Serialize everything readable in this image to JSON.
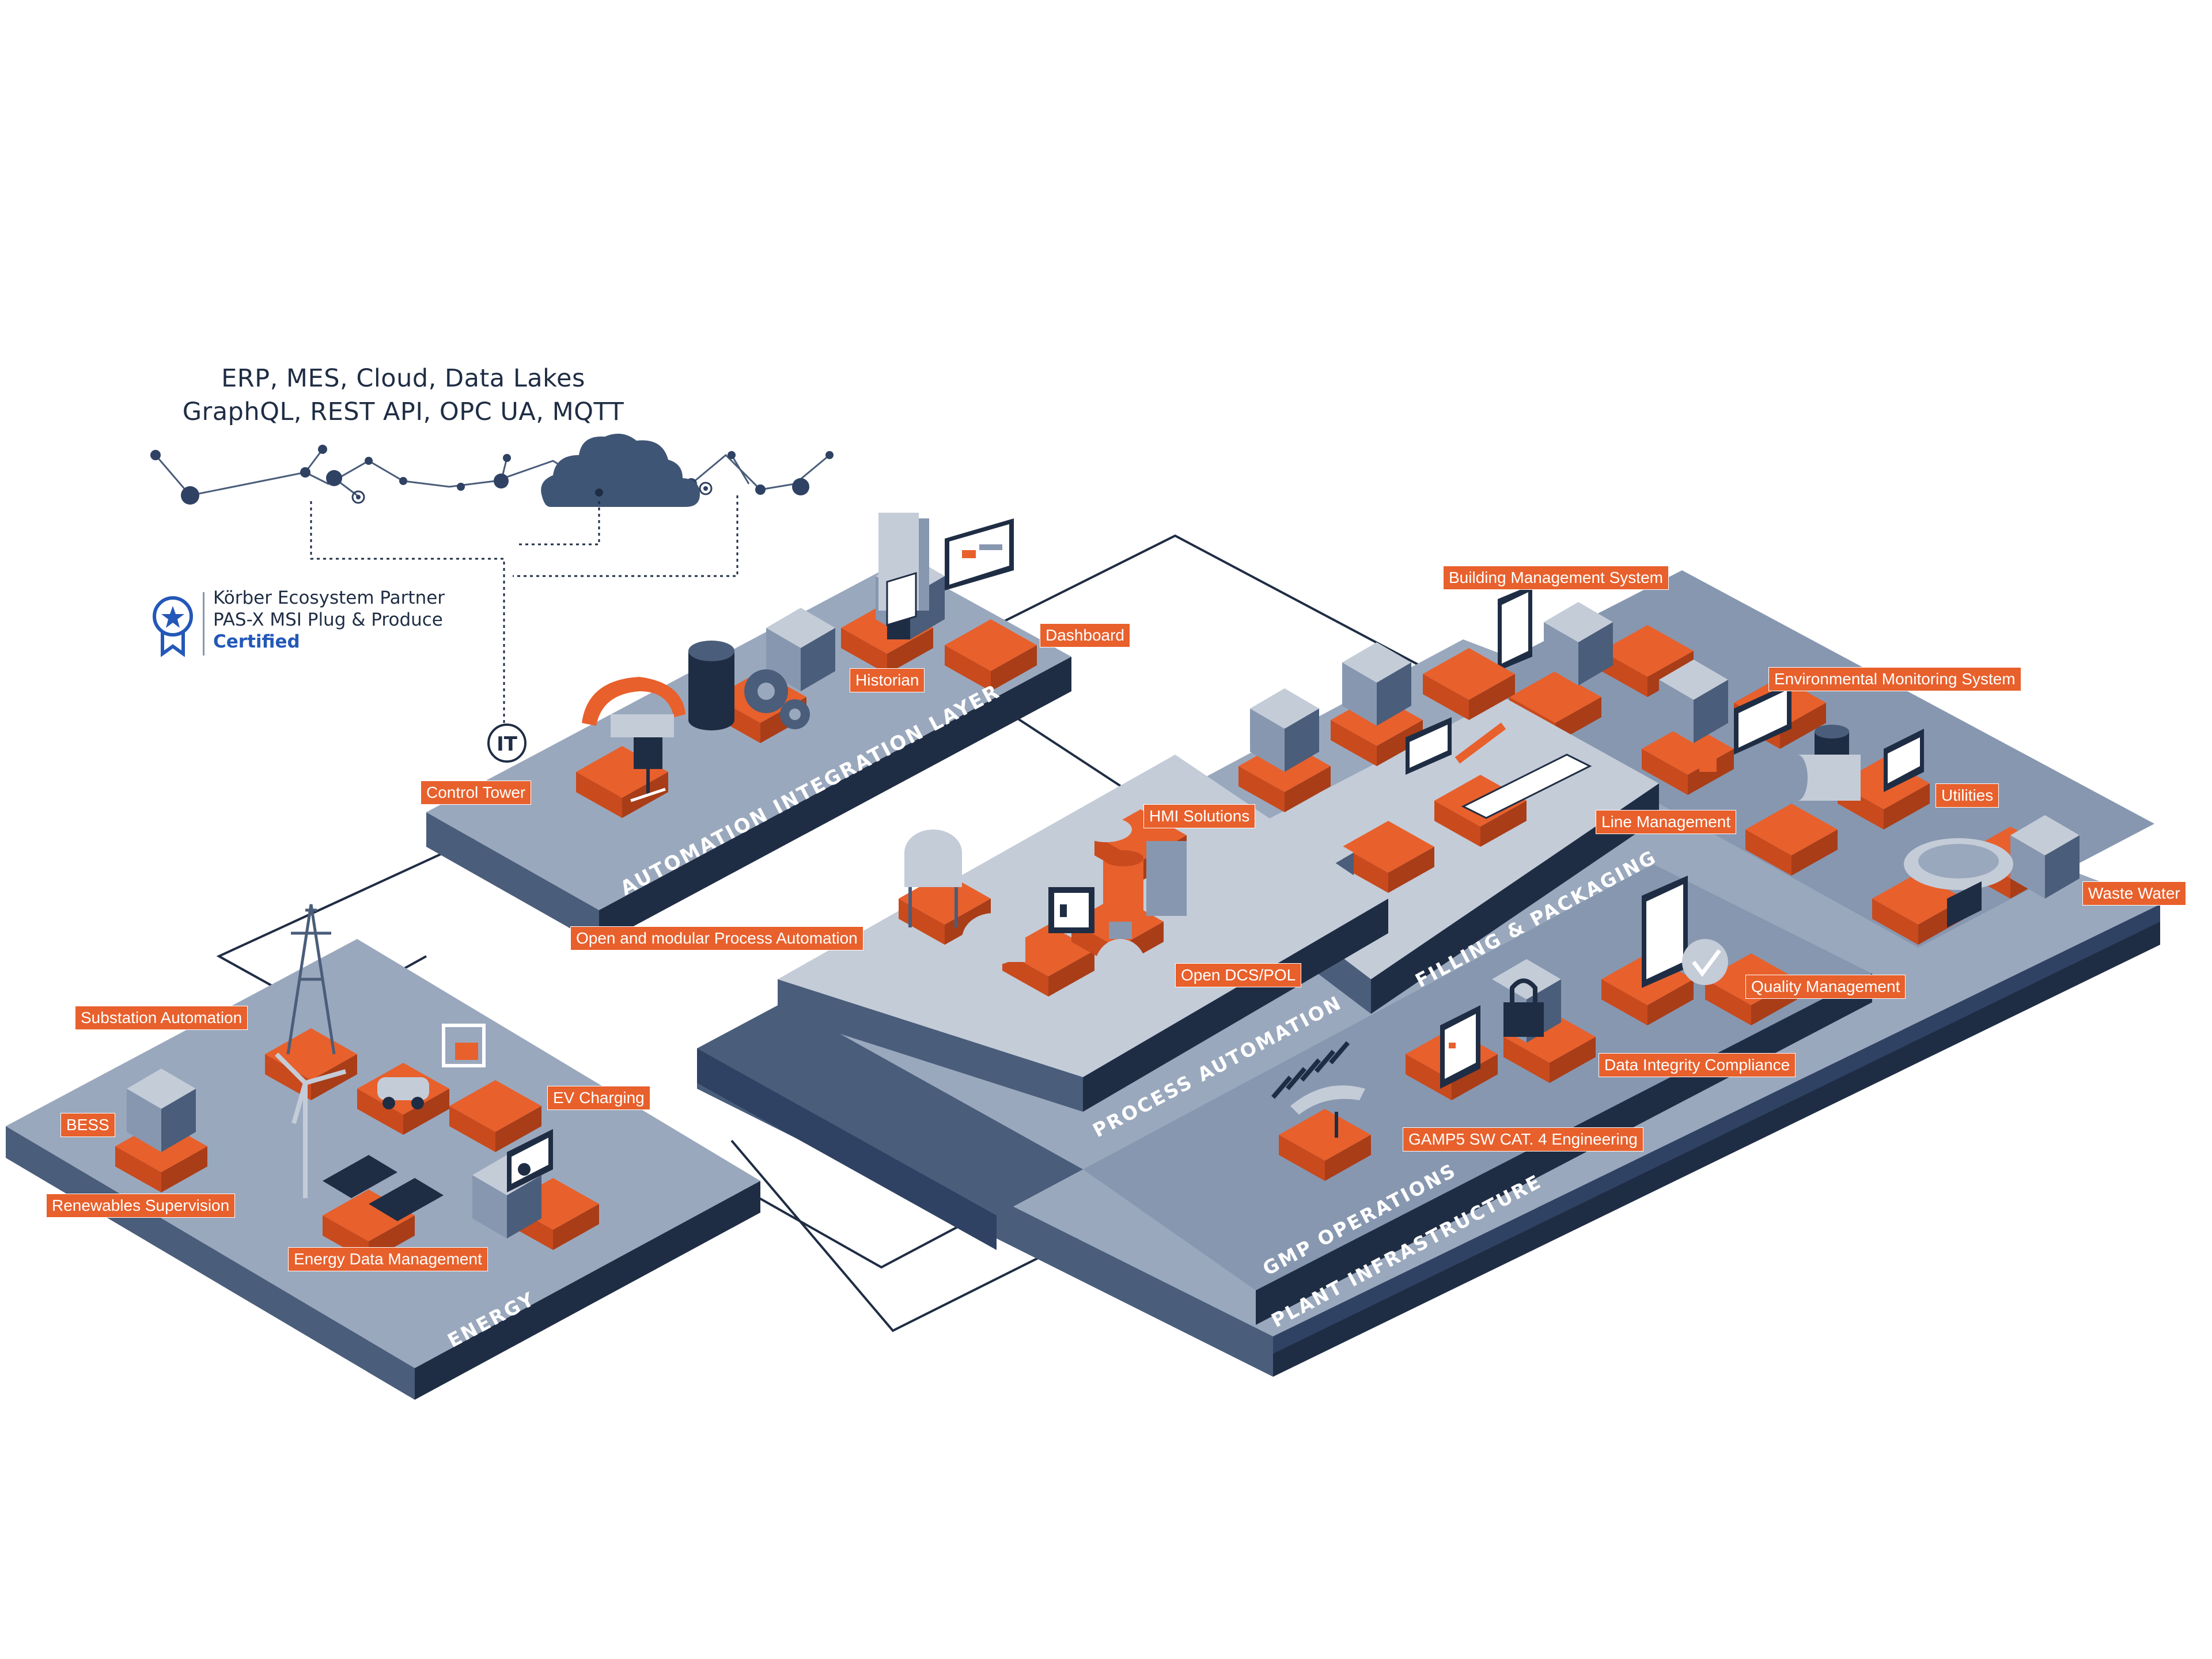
{
  "header": {
    "line1": "ERP, MES, Cloud, Data Lakes",
    "line2": "GraphQL, REST API, OPC UA, MQTT",
    "it_node": "IT"
  },
  "badge": {
    "icon": "award-ribbon-icon",
    "line1": "Körber Ecosystem Partner",
    "line2": "PAS-X MSI Plug & Produce",
    "line3": "Certified"
  },
  "layers": {
    "automation_integration": "AUTOMATION INTEGRATION LAYER",
    "energy": "ENERGY",
    "process_automation": "PROCESS AUTOMATION",
    "filling_packaging": "FILLING & PACKAGING",
    "gmp_operations": "GMP OPERATIONS",
    "plant_infrastructure": "PLANT INFRASTRUCTURE"
  },
  "labels": {
    "dashboard": "Dashboard",
    "historian": "Historian",
    "control_tower": "Control Tower",
    "building_management": "Building Management System",
    "environmental_monitoring": "Environmental Monitoring System",
    "utilities": "Utilities",
    "line_management": "Line Management",
    "hmi_solutions": "HMI Solutions",
    "waste_water": "Waste Water",
    "open_modular_process": "Open and modular Process Automation",
    "open_dcs": "Open DCS/POL",
    "quality_management": "Quality Management",
    "data_integrity": "Data Integrity Compliance",
    "gamp5": "GAMP5 SW CAT. 4 Engineering",
    "substation": "Substation Automation",
    "ev_charging": "EV Charging",
    "bess": "BESS",
    "renewables": "Renewables Supervision",
    "energy_data": "Energy Data Management"
  },
  "colors": {
    "navy": "#1f2d44",
    "slate": "#4a5d7a",
    "slate_light": "#8797b0",
    "platform_top": "#9aa8bd",
    "platform_light": "#c4ccd8",
    "orange": "#e8602c",
    "white": "#ffffff"
  }
}
